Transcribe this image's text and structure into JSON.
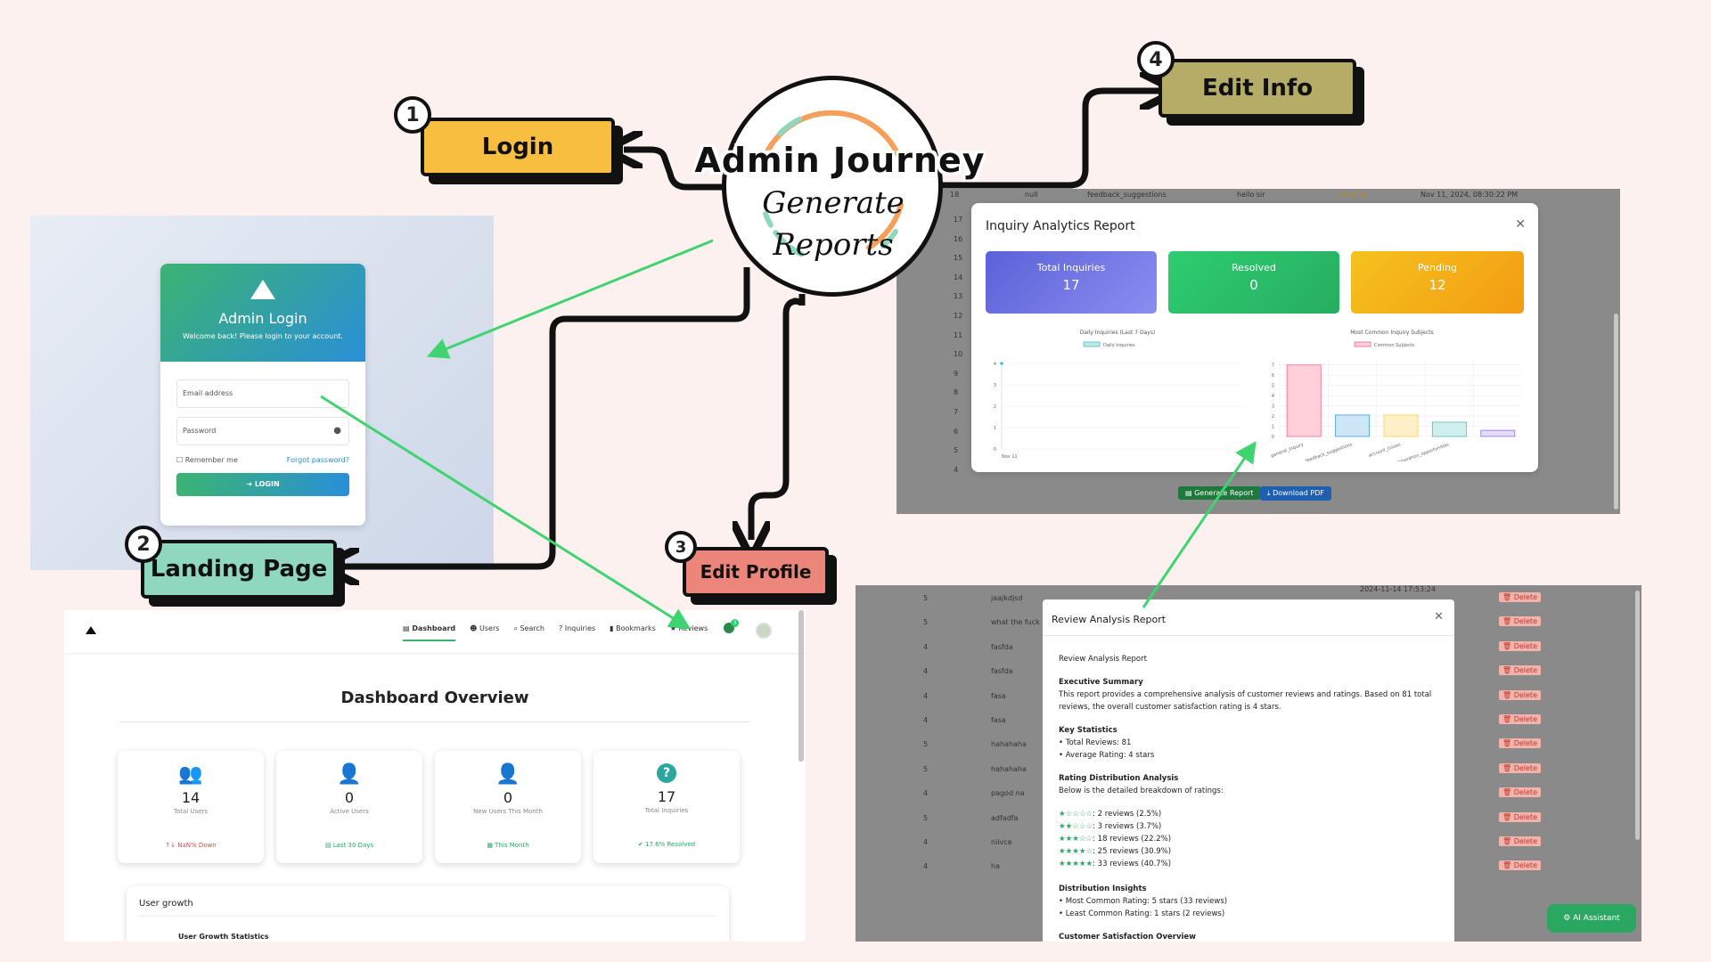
{
  "title": {
    "main": "Admin Journey",
    "sub1": "Generate",
    "sub2": "Reports"
  },
  "steps": [
    {
      "num": "1",
      "label": "Login",
      "color": "#f7be3f"
    },
    {
      "num": "2",
      "label": "Landing Page",
      "color": "#8fd7bf"
    },
    {
      "num": "3",
      "label": "Edit Profile",
      "color": "#ec857a"
    },
    {
      "num": "4",
      "label": "Edit Info",
      "color": "#b5ac68"
    }
  ],
  "login": {
    "title": "Admin Login",
    "subtitle": "Welcome back! Please login to your account.",
    "email_placeholder": "Email address",
    "password_placeholder": "Password",
    "remember": "Remember me",
    "forgot": "Forgot password?",
    "button": "LOGIN"
  },
  "dashboard": {
    "nav": [
      "Dashboard",
      "Users",
      "Search",
      "Inquiries",
      "Bookmarks",
      "Reviews"
    ],
    "notif_count": "3",
    "heading": "Dashboard Overview",
    "stats": [
      {
        "value": "14",
        "label": "Total Users",
        "foot": "NaN% Down",
        "foot_color": "#e04848"
      },
      {
        "value": "0",
        "label": "Active Users",
        "foot": "Last 30 Days",
        "foot_color": "#2aa861"
      },
      {
        "value": "0",
        "label": "New Users This Month",
        "foot": "This Month",
        "foot_color": "#2aa861"
      },
      {
        "value": "17",
        "label": "Total Inquiries",
        "foot": "17.6% Resolved",
        "foot_color": "#2aa861"
      }
    ],
    "growth_title": "User growth",
    "growth_sub": "User Growth Statistics"
  },
  "inquiry": {
    "title": "Inquiry Analytics Report",
    "bg_row": {
      "id": "18",
      "user": "null",
      "subject": "feedback_suggestions",
      "msg": "hello sir",
      "status": "pending",
      "date": "Nov 11, 2024, 08:30:22 PM"
    },
    "bg_ids": [
      "17",
      "16",
      "15",
      "14",
      "13",
      "12",
      "11",
      "10",
      "9",
      "8",
      "7",
      "6",
      "5",
      "4"
    ],
    "cards": [
      {
        "label": "Total Inquiries",
        "value": "17"
      },
      {
        "label": "Resolved",
        "value": "0"
      },
      {
        "label": "Pending",
        "value": "12"
      }
    ],
    "chart1_title": "Daily Inquiries (Last 7 Days)",
    "chart1_legend": "Daily Inquiries",
    "chart2_title": "Most Common Inquiry Subjects",
    "chart2_legend": "Common Subjects",
    "generate_btn": "Generate Report",
    "download_btn": "Download PDF"
  },
  "chart_data": [
    {
      "type": "line",
      "title": "Daily Inquiries (Last 7 Days)",
      "categories": [
        "Nov 11"
      ],
      "series": [
        {
          "name": "Daily Inquiries",
          "values": [
            4
          ]
        }
      ],
      "yticks": [
        "0",
        "1",
        "2",
        "3",
        "4"
      ],
      "ylim": [
        0,
        4
      ]
    },
    {
      "type": "bar",
      "title": "Most Common Inquiry Subjects",
      "categories": [
        "general_inquiry",
        "feedback_suggestions",
        "account_issues",
        "collaboration_opportunities"
      ],
      "series": [
        {
          "name": "Common Subjects",
          "values": [
            7,
            2.1,
            2.1,
            1.4,
            0.6
          ]
        }
      ],
      "yticks": [
        "0",
        "1",
        "2",
        "3",
        "4",
        "5",
        "6",
        "7"
      ],
      "ylim": [
        0,
        7.5
      ]
    }
  ],
  "review": {
    "title": "Review Analysis Report",
    "heading": "Review Analysis Report",
    "exec_title": "Executive Summary",
    "exec_text": "This report provides a comprehensive analysis of customer reviews and ratings. Based on 81 total reviews, the overall customer satisfaction rating is 4 stars.",
    "key_title": "Key Statistics",
    "key_items": [
      "• Total Reviews: 81",
      "• Average Rating: 4 stars"
    ],
    "dist_title": "Rating Distribution Analysis",
    "dist_intro": "Below is the detailed breakdown of ratings:",
    "dist_items": [
      {
        "stars": "★☆☆☆☆",
        "text": ": 2 reviews (2.5%)"
      },
      {
        "stars": "★★☆☆☆",
        "text": ": 3 reviews (3.7%)"
      },
      {
        "stars": "★★★☆☆",
        "text": ": 18 reviews (22.2%)"
      },
      {
        "stars": "★★★★☆",
        "text": ": 25 reviews (30.9%)"
      },
      {
        "stars": "★★★★★",
        "text": ": 33 reviews (40.7%)"
      }
    ],
    "insights_title": "Distribution Insights",
    "insights_items": [
      "• Most Common Rating: 5 stars (33 reviews)",
      "• Least Common Rating: 1 stars (2 reviews)"
    ],
    "overview_title": "Customer Satisfaction Overview",
    "bg_rows": [
      {
        "rating": "5",
        "text": "jaajkdjsd"
      },
      {
        "rating": "5",
        "text": "what the fuck"
      },
      {
        "rating": "4",
        "text": "fasfda"
      },
      {
        "rating": "4",
        "text": "fasfda"
      },
      {
        "rating": "4",
        "text": "fasa"
      },
      {
        "rating": "4",
        "text": "fasa"
      },
      {
        "rating": "5",
        "text": "hahahaha"
      },
      {
        "rating": "5",
        "text": "hahahaha"
      },
      {
        "rating": "4",
        "text": "pagod na"
      },
      {
        "rating": "5",
        "text": "adfadfa"
      },
      {
        "rating": "4",
        "text": "niivce"
      },
      {
        "rating": "4",
        "text": "ha"
      }
    ],
    "bg_date": "2024-11-14 17:53:24",
    "delete_label": "Delete",
    "ai_button": "AI Assistant"
  }
}
